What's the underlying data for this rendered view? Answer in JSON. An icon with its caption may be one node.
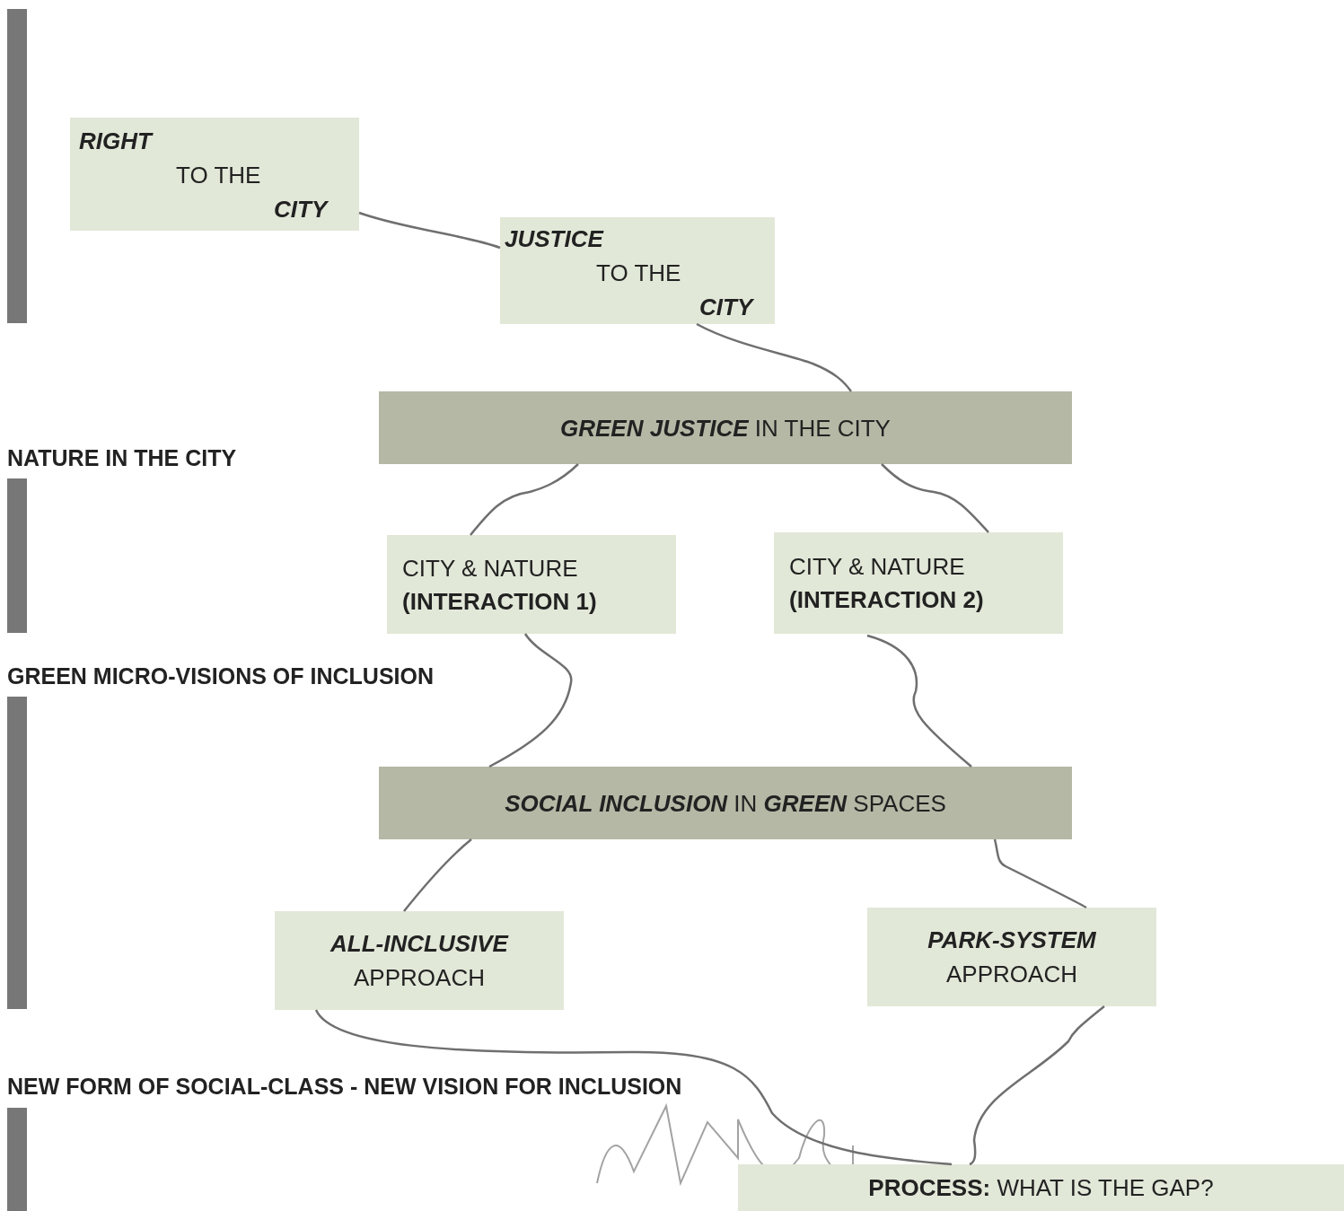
{
  "diagram": {
    "nodes": [
      {
        "text": [
          "RIGHT",
          "TO THE",
          "CITY"
        ]
      },
      {
        "text": [
          "JUSTICE",
          "TO THE",
          "CITY"
        ]
      },
      {
        "text": [
          "**GREEN JUSTICE** IN THE CITY"
        ]
      },
      {
        "text": [
          "CITY & NATURE",
          "(INTERACTION 1)"
        ]
      },
      {
        "text": [
          "CITY & NATURE",
          "(INTERACTION 2)"
        ]
      },
      {
        "text": [
          "**SOCIAL INCLUSION** IN **GREEN** SPACES"
        ]
      },
      {
        "text": [
          "ALL-INCLUSIVE",
          "APPROACH"
        ]
      },
      {
        "text": [
          "PARK-SYSTEM",
          "APPROACH"
        ]
      },
      {
        "text": [
          "**PROCESS:** WHAT IS THE GAP?"
        ]
      },
      {
        "text": [],
        "shape": "bar"
      },
      {
        "text": [],
        "shape": "bar"
      },
      {
        "text": [],
        "shape": "bar"
      },
      {
        "text": [],
        "shape": "bar"
      }
    ],
    "edges": [
      {
        "from": 0,
        "to": 1,
        "arrow": "none"
      },
      {
        "from": 1,
        "to": 2,
        "arrow": "none"
      },
      {
        "from": 2,
        "to": 3,
        "arrow": "none"
      },
      {
        "from": 2,
        "to": 4,
        "arrow": "none"
      },
      {
        "from": 3,
        "to": 5,
        "arrow": "none"
      },
      {
        "from": 5,
        "to": 6,
        "arrow": "none"
      },
      {
        "from": 4,
        "to": 5,
        "arrow": "none"
      },
      {
        "from": 5,
        "to": 7,
        "arrow": "none"
      },
      {
        "from": 6,
        "to": 8,
        "arrow": "none"
      },
      {
        "from": 7,
        "to": 8,
        "arrow": "none"
      }
    ],
    "labels": [
      "NATURE IN THE CITY",
      "GREEN MICRO-VISIONS OF INCLUSION",
      "NEW FORM OF SOCIAL-CLASS - NEW VISION FOR INCLUSION"
    ]
  }
}
